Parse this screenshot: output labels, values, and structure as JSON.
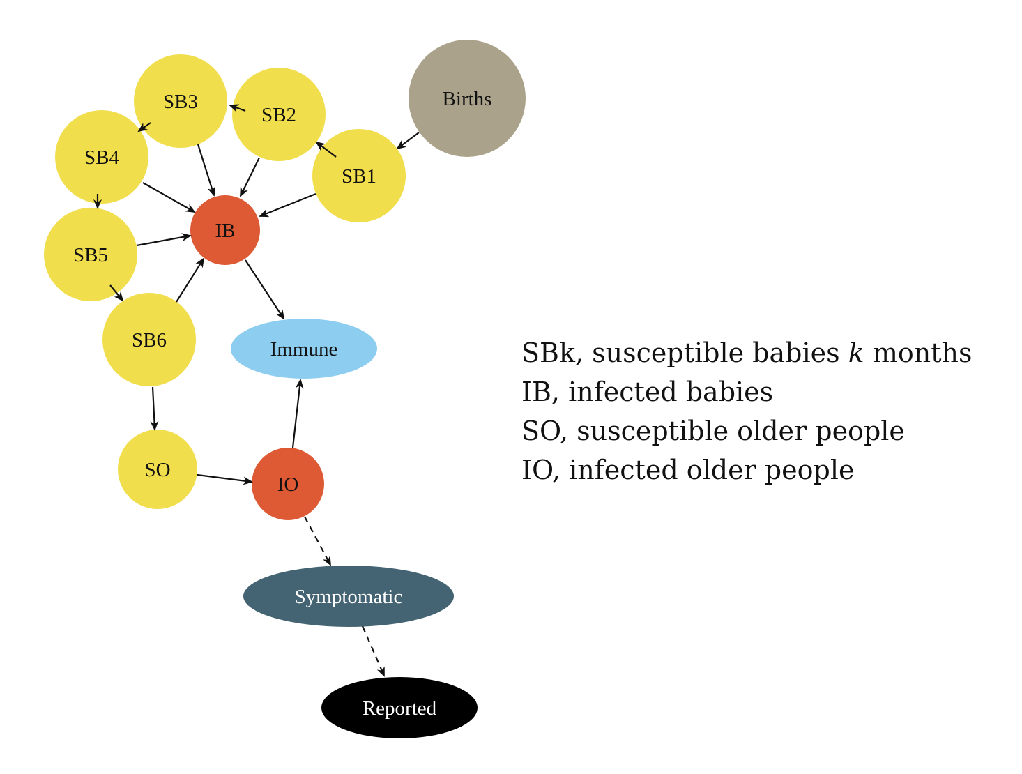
{
  "colors": {
    "susceptible": "#f1de4d",
    "infected": "#de5a34",
    "births": "#aaa28a",
    "immune": "#8ccdf0",
    "symptomatic": "#446473",
    "reported": "#000000",
    "edge": "#111111"
  },
  "nodes": {
    "births": "Births",
    "sb1": "SB1",
    "sb2": "SB2",
    "sb3": "SB3",
    "sb4": "SB4",
    "sb5": "SB5",
    "sb6": "SB6",
    "ib": "IB",
    "so": "SO",
    "io": "IO",
    "immune": "Immune",
    "symptomatic": "Symptomatic",
    "reported": "Reported"
  },
  "legend": {
    "sbk_prefix": "SBk, susceptible babies ",
    "sbk_var": "k",
    "sbk_suffix": " months",
    "ib": "IB, infected babies",
    "so": "SO, susceptible older people",
    "io": "IO, infected older people"
  }
}
